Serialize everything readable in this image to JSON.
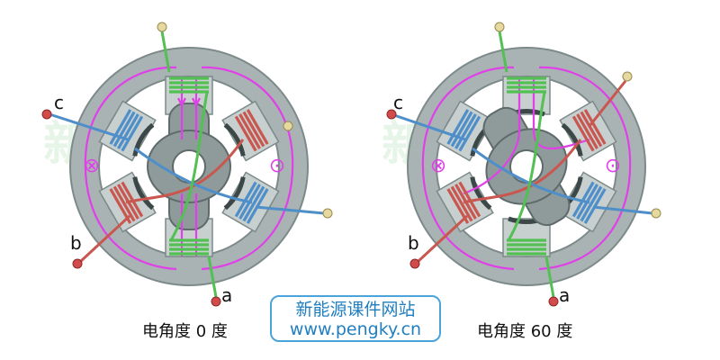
{
  "diagrams": [
    {
      "caption": "电角度 0 度",
      "labels": {
        "a": "a",
        "b": "b",
        "c": "c"
      },
      "markers": {
        "into_page": "⊗",
        "out_of_page": "⊙"
      }
    },
    {
      "caption": "电角度 60 度",
      "labels": {
        "a": "a",
        "b": "b",
        "c": "c"
      },
      "markers": {
        "into_page": "⊗",
        "out_of_page": "⊙"
      }
    }
  ],
  "brand": {
    "name": "新能源课件网站",
    "url": "www.pengky.cn"
  },
  "watermark": "新能源科艺",
  "colors": {
    "stator": "#a9b3b3",
    "stator_edge": "#7d8a8a",
    "rotor": "#8a9696",
    "flux_path": "#e040e8",
    "phase_a": "#52c052",
    "phase_b": "#c9574f",
    "phase_c": "#4f8fc9",
    "brand": "#1f7fc0"
  }
}
